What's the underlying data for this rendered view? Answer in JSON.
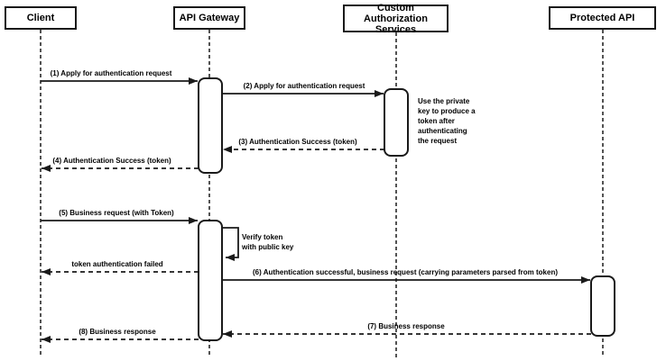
{
  "diagram_type": "uml-sequence-diagram",
  "colors": {
    "background": "#ffffff",
    "line": "#1a1a1a",
    "shape_fill": "#ffffff",
    "text": "#000000"
  },
  "participants": [
    {
      "label": "Client"
    },
    {
      "label": "API Gateway"
    },
    {
      "label": "Custom Authorization\nServices"
    },
    {
      "label": "Protected API"
    }
  ],
  "messages": [
    {
      "label": "(1) Apply for authentication request",
      "from": "Client",
      "to": "API Gateway",
      "line": "solid"
    },
    {
      "label": "(2) Apply for authentication request",
      "from": "API Gateway",
      "to": "Custom Authorization Services",
      "line": "solid"
    },
    {
      "label": "(3) Authentication Success (token)",
      "from": "Custom Authorization Services",
      "to": "API Gateway",
      "line": "dashed"
    },
    {
      "label": "(4) Authentication Success (token)",
      "from": "API Gateway",
      "to": "Client",
      "line": "dashed"
    },
    {
      "label": "(5) Business request (with Token)",
      "from": "Client",
      "to": "API Gateway",
      "line": "solid"
    },
    {
      "label": "token authentication failed",
      "from": "API Gateway",
      "to": "Client",
      "line": "dashed"
    },
    {
      "label": "(6) Authentication successful, business request (carrying parameters parsed from token)",
      "from": "API Gateway",
      "to": "Protected API",
      "line": "solid"
    },
    {
      "label": "(7) Business response",
      "from": "Protected API",
      "to": "API Gateway",
      "line": "dashed"
    },
    {
      "label": "(8) Business response",
      "from": "API Gateway",
      "to": "Client",
      "line": "dashed"
    }
  ],
  "notes": [
    {
      "text": "Use the private\nkey to produce a\ntoken after\nauthenticating\nthe request",
      "attached_to": "Custom Authorization Services"
    },
    {
      "text": "Verify token\nwith public key",
      "attached_to": "API Gateway",
      "kind": "self-message"
    }
  ]
}
